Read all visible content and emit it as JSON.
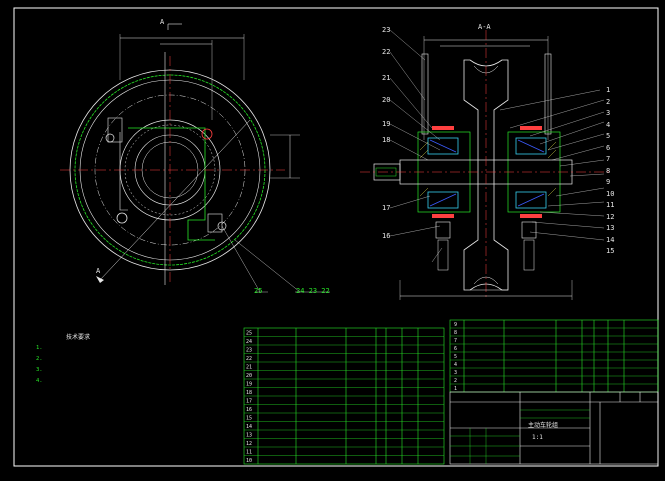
{
  "drawing": {
    "section_label_left": "A",
    "section_label_right": "A-A",
    "arrow_label": "A",
    "leader_labels_left": [
      "25",
      "24 23 22"
    ],
    "leader_labels_right_left": [
      "23",
      "22",
      "21",
      "20",
      "19",
      "18",
      "17",
      "16"
    ],
    "leader_labels_right_right": [
      "1",
      "2",
      "3",
      "4",
      "5",
      "6",
      "7",
      "8",
      "9",
      "10",
      "11",
      "12",
      "13",
      "14",
      "15"
    ],
    "colors": {
      "background": "#000000",
      "frame": "#ffffff",
      "line": "#e8e8e8",
      "green": "#27e827",
      "yellow": "#f2f24a",
      "cyan": "#36d0f0",
      "red": "#ff4040",
      "blue": "#3c5cff"
    }
  },
  "notes": {
    "title": "技术要求",
    "items": [
      "1.",
      "2.",
      "3.",
      "4."
    ]
  },
  "bom_left": {
    "rows": [
      "25",
      "24",
      "23",
      "22",
      "21",
      "20",
      "19",
      "18",
      "17",
      "16",
      "15",
      "14",
      "13",
      "12",
      "11",
      "10"
    ]
  },
  "bom_right": {
    "rows": [
      "9",
      "8",
      "7",
      "6",
      "5",
      "4",
      "3",
      "2",
      "1"
    ]
  },
  "title_block": {
    "name": "主动车轮组",
    "scale": "1:1"
  }
}
